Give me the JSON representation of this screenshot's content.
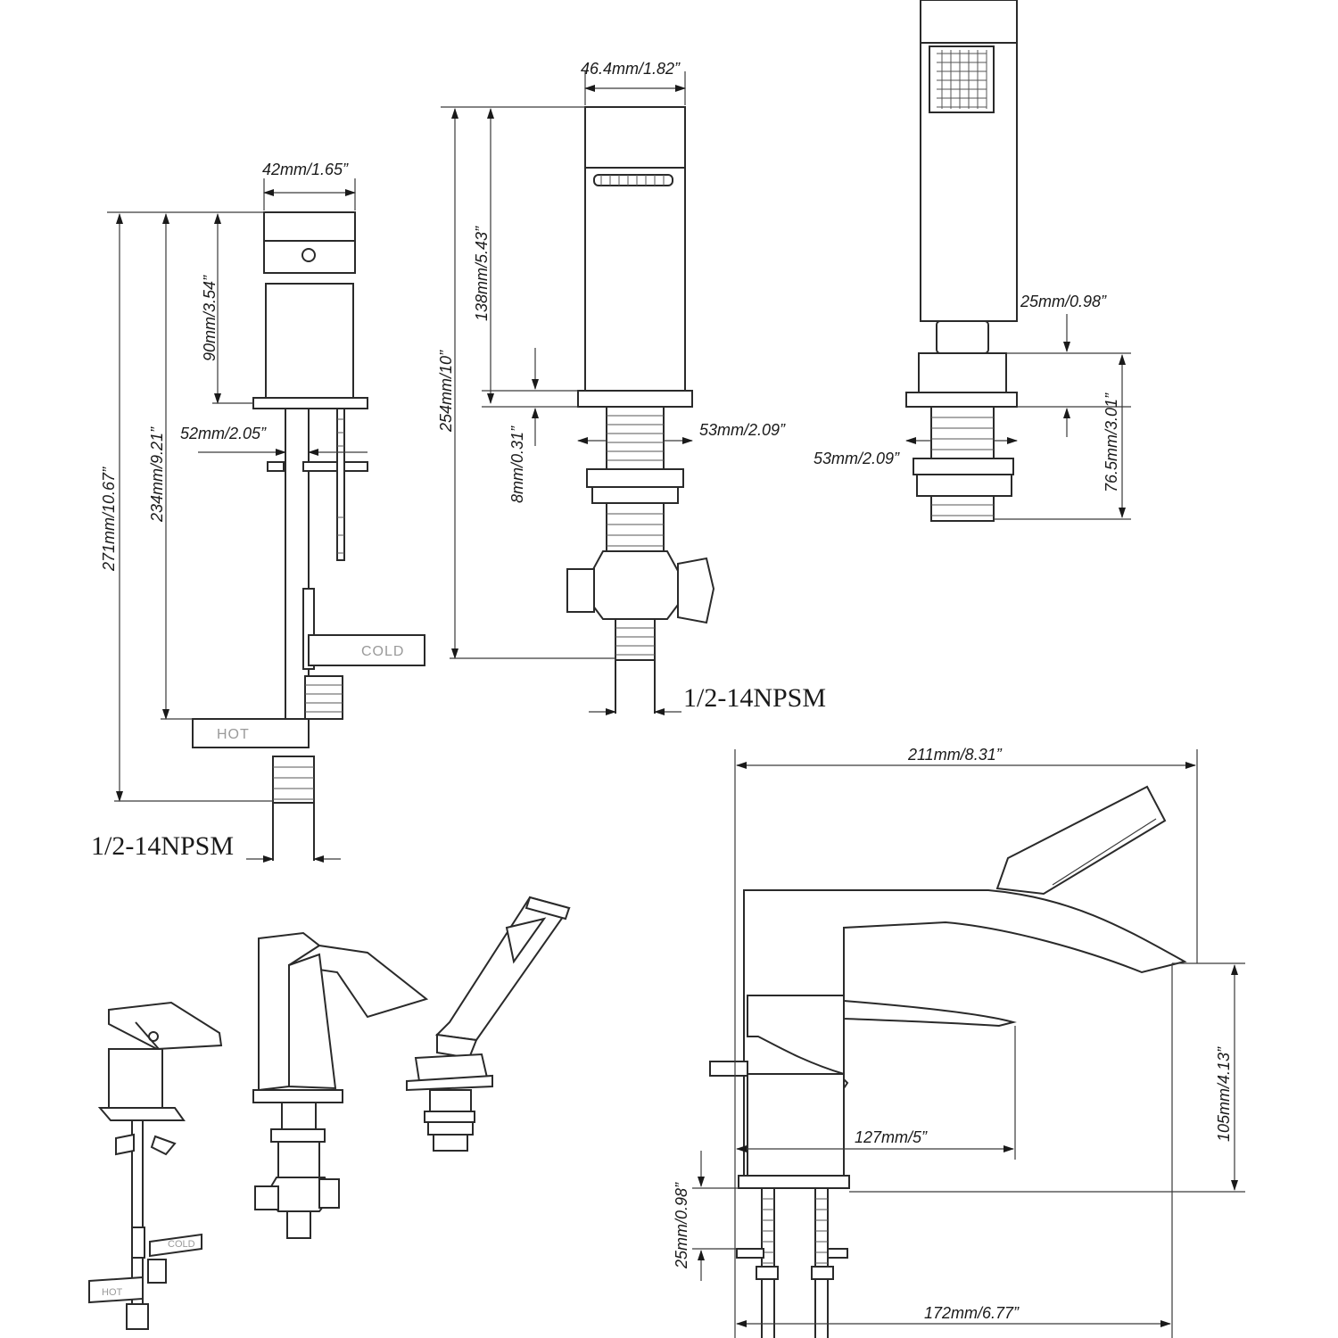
{
  "dimensions": {
    "handle_width": "42mm/1.65”",
    "handle_height": "90mm/3.54”",
    "handle_total_height": "271mm/10.67”",
    "handle_body_height": "234mm/9.21”",
    "handle_base_width": "52mm/2.05”",
    "handle_thread": "1/2-14NPSM",
    "spout_width": "46.4mm/1.82”",
    "spout_height": "138mm/5.43”",
    "spout_total_height": "254mm/10”",
    "spout_base_gap": "8mm/0.31”",
    "spout_base_width": "53mm/2.09”",
    "spout_thread": "1/2-14NPSM",
    "shower_base_gap": "25mm/0.98”",
    "shower_height": "76.5mm/3.01”",
    "shower_base_width": "53mm/2.09”",
    "side_total_width": "211mm/8.31”",
    "side_spout_height": "105mm/4.13”",
    "side_reach": "127mm/5”",
    "side_base_gap": "25mm/0.98”",
    "side_spread": "172mm/6.77”"
  },
  "labels": {
    "cold": "COLD",
    "hot": "HOT"
  },
  "colors": {
    "line": "#2a2a2a",
    "stamp": "#9a9a9a"
  }
}
